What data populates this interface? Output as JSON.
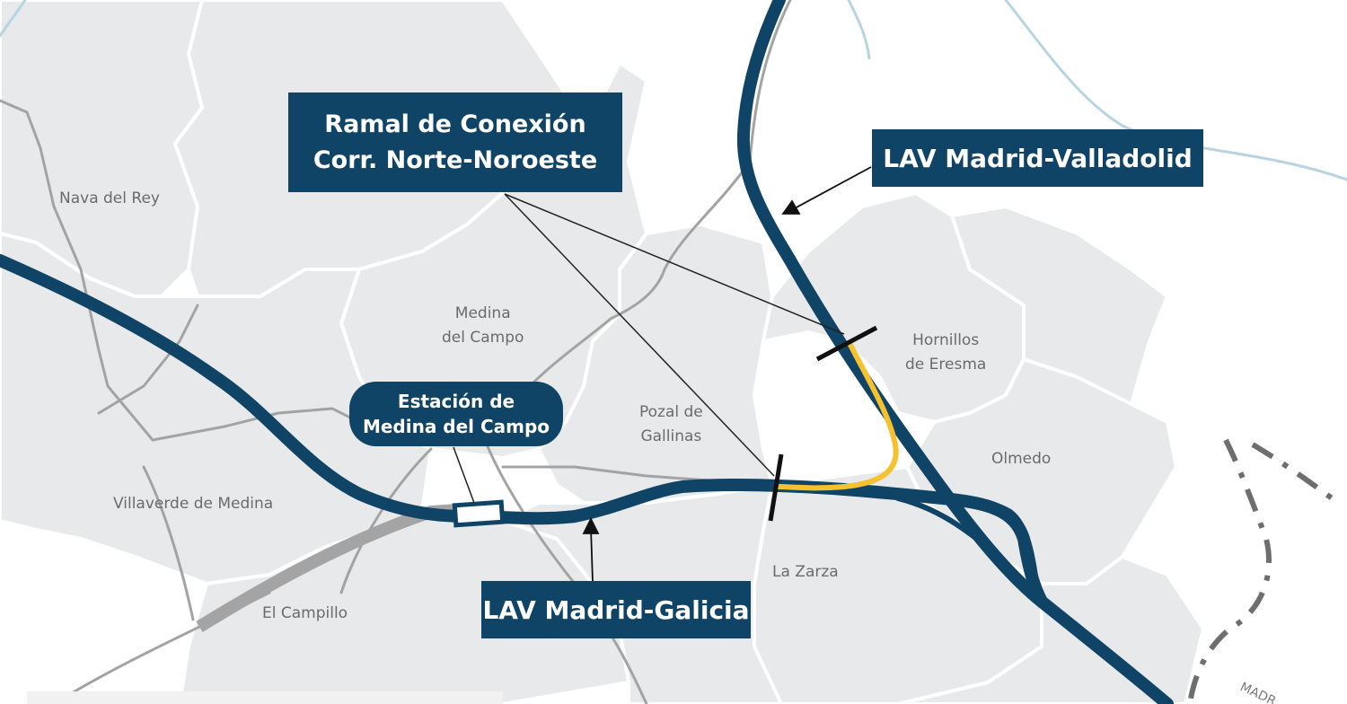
{
  "callouts": {
    "ramal_line1": "Ramal de Conexión",
    "ramal_line2": "Corr. Norte-Noroeste",
    "lav_valladolid": "LAV Madrid-Valladolid",
    "lav_galicia": "LAV Madrid-Galicia",
    "station_line1": "Estación de",
    "station_line2": "Medina del Campo"
  },
  "towns": {
    "nava_del_rey": "Nava del Rey",
    "medina_line1": "Medina",
    "medina_line2": "del Campo",
    "pozal_line1": "Pozal de",
    "pozal_line2": "Gallinas",
    "hornillos_line1": "Hornillos",
    "hornillos_line2": "de Eresma",
    "olmedo": "Olmedo",
    "villaverde": "Villaverde de Medina",
    "la_zarza": "La Zarza",
    "el_campillo": "El Campillo",
    "edge_fragment": "MADR"
  },
  "colors": {
    "rail_main": "#0f4466",
    "connection": "#f5c12e",
    "municipality_fill": "#e8e9ea",
    "boundary": "#ffffff",
    "road": "#9c9c9c",
    "river": "#b8d4e3",
    "label_text": "#6b6b6b"
  },
  "icons": {
    "station": "station-marker-icon",
    "boundary_dashed": "dashed-boundary-icon"
  }
}
